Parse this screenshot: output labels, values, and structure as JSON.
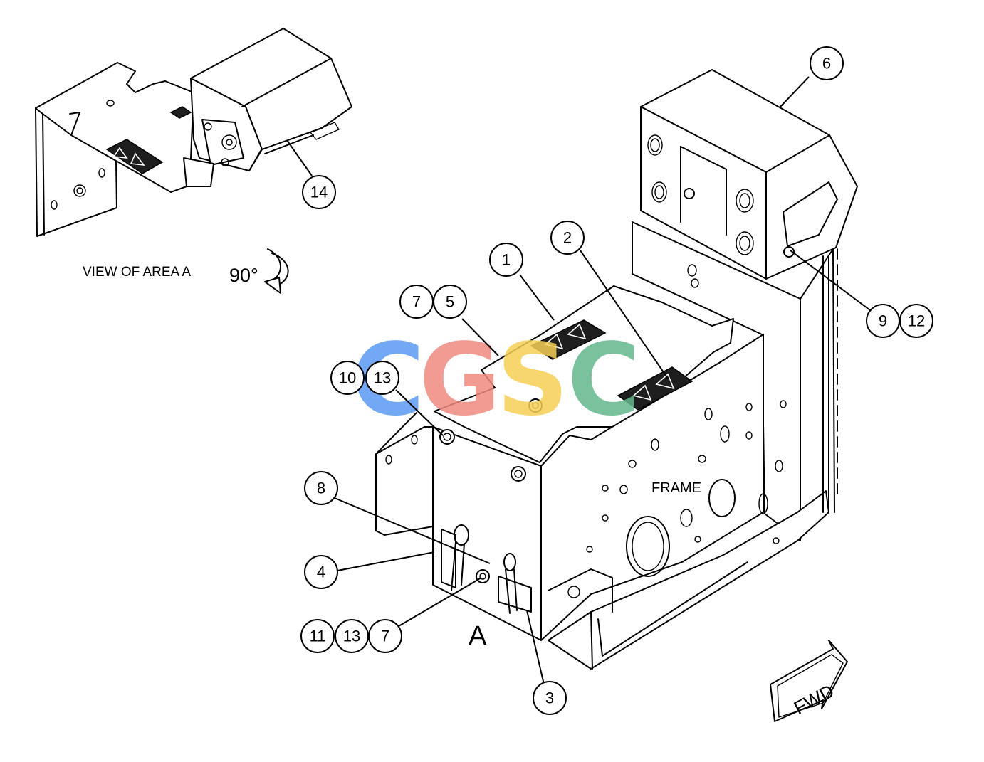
{
  "view_label": "VIEW OF AREA A",
  "rotation_label": "90°",
  "frame_label": "FRAME",
  "area_label": "A",
  "fwd_label": "FWD",
  "watermark": {
    "letters": [
      "C",
      "G",
      "S",
      "C"
    ],
    "colors": [
      "#5b9bf3",
      "#f08a80",
      "#f6cf55",
      "#63b88c"
    ]
  },
  "callouts": [
    {
      "id": "c1",
      "text": "1"
    },
    {
      "id": "c2",
      "text": "2"
    },
    {
      "id": "c3",
      "text": "3"
    },
    {
      "id": "c4",
      "text": "4"
    },
    {
      "id": "c5",
      "text": "5"
    },
    {
      "id": "c6",
      "text": "6"
    },
    {
      "id": "c7a",
      "text": "7"
    },
    {
      "id": "c7b",
      "text": "7"
    },
    {
      "id": "c8",
      "text": "8"
    },
    {
      "id": "c9",
      "text": "9"
    },
    {
      "id": "c10",
      "text": "10"
    },
    {
      "id": "c11",
      "text": "11"
    },
    {
      "id": "c12",
      "text": "12"
    },
    {
      "id": "c13a",
      "text": "13"
    },
    {
      "id": "c13b",
      "text": "13"
    },
    {
      "id": "c14",
      "text": "14"
    }
  ]
}
